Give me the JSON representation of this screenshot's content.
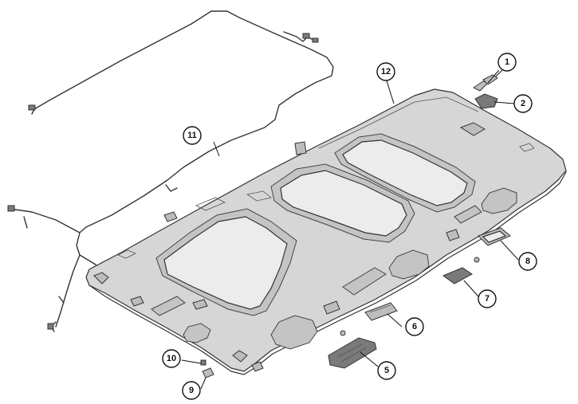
{
  "diagram": {
    "callouts": [
      {
        "id": "callout-1",
        "label": "1"
      },
      {
        "id": "callout-2",
        "label": "2"
      },
      {
        "id": "callout-5",
        "label": "5"
      },
      {
        "id": "callout-6",
        "label": "6"
      },
      {
        "id": "callout-7",
        "label": "7"
      },
      {
        "id": "callout-8",
        "label": "8"
      },
      {
        "id": "callout-9",
        "label": "9"
      },
      {
        "id": "callout-10",
        "label": "10"
      },
      {
        "id": "callout-11",
        "label": "11"
      },
      {
        "id": "callout-12",
        "label": "12"
      }
    ]
  }
}
